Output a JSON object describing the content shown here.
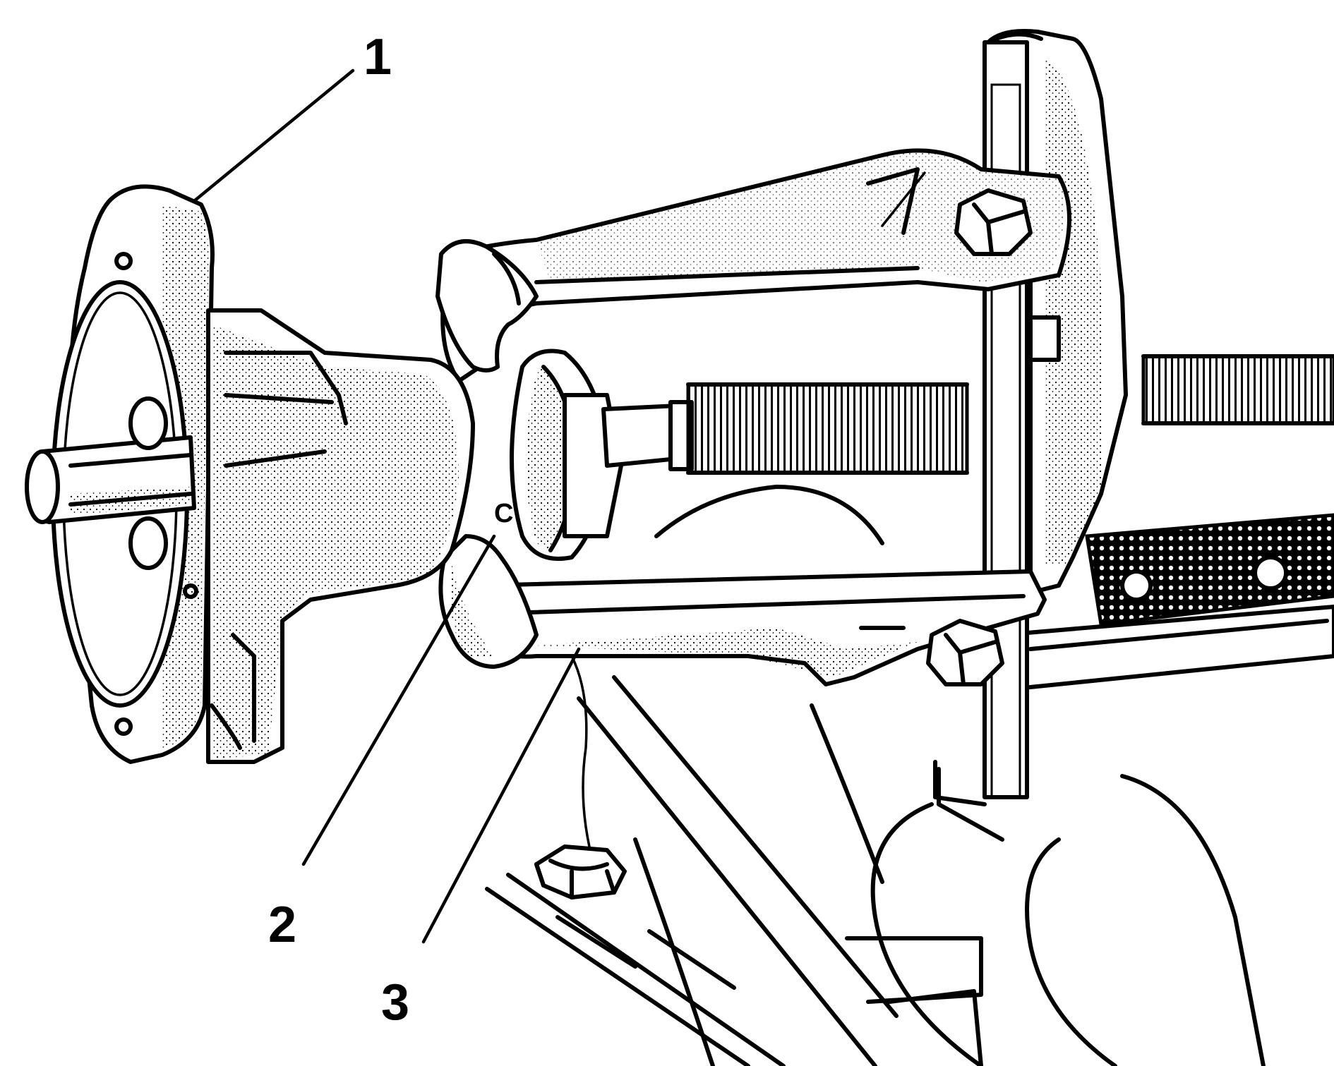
{
  "callouts": [
    {
      "id": "1",
      "label": "1"
    },
    {
      "id": "2",
      "label": "2"
    },
    {
      "id": "3",
      "label": "3"
    }
  ],
  "part_marks": {
    "ring_letter": "C"
  },
  "colors": {
    "ink": "#000000",
    "paper": "#ffffff"
  }
}
